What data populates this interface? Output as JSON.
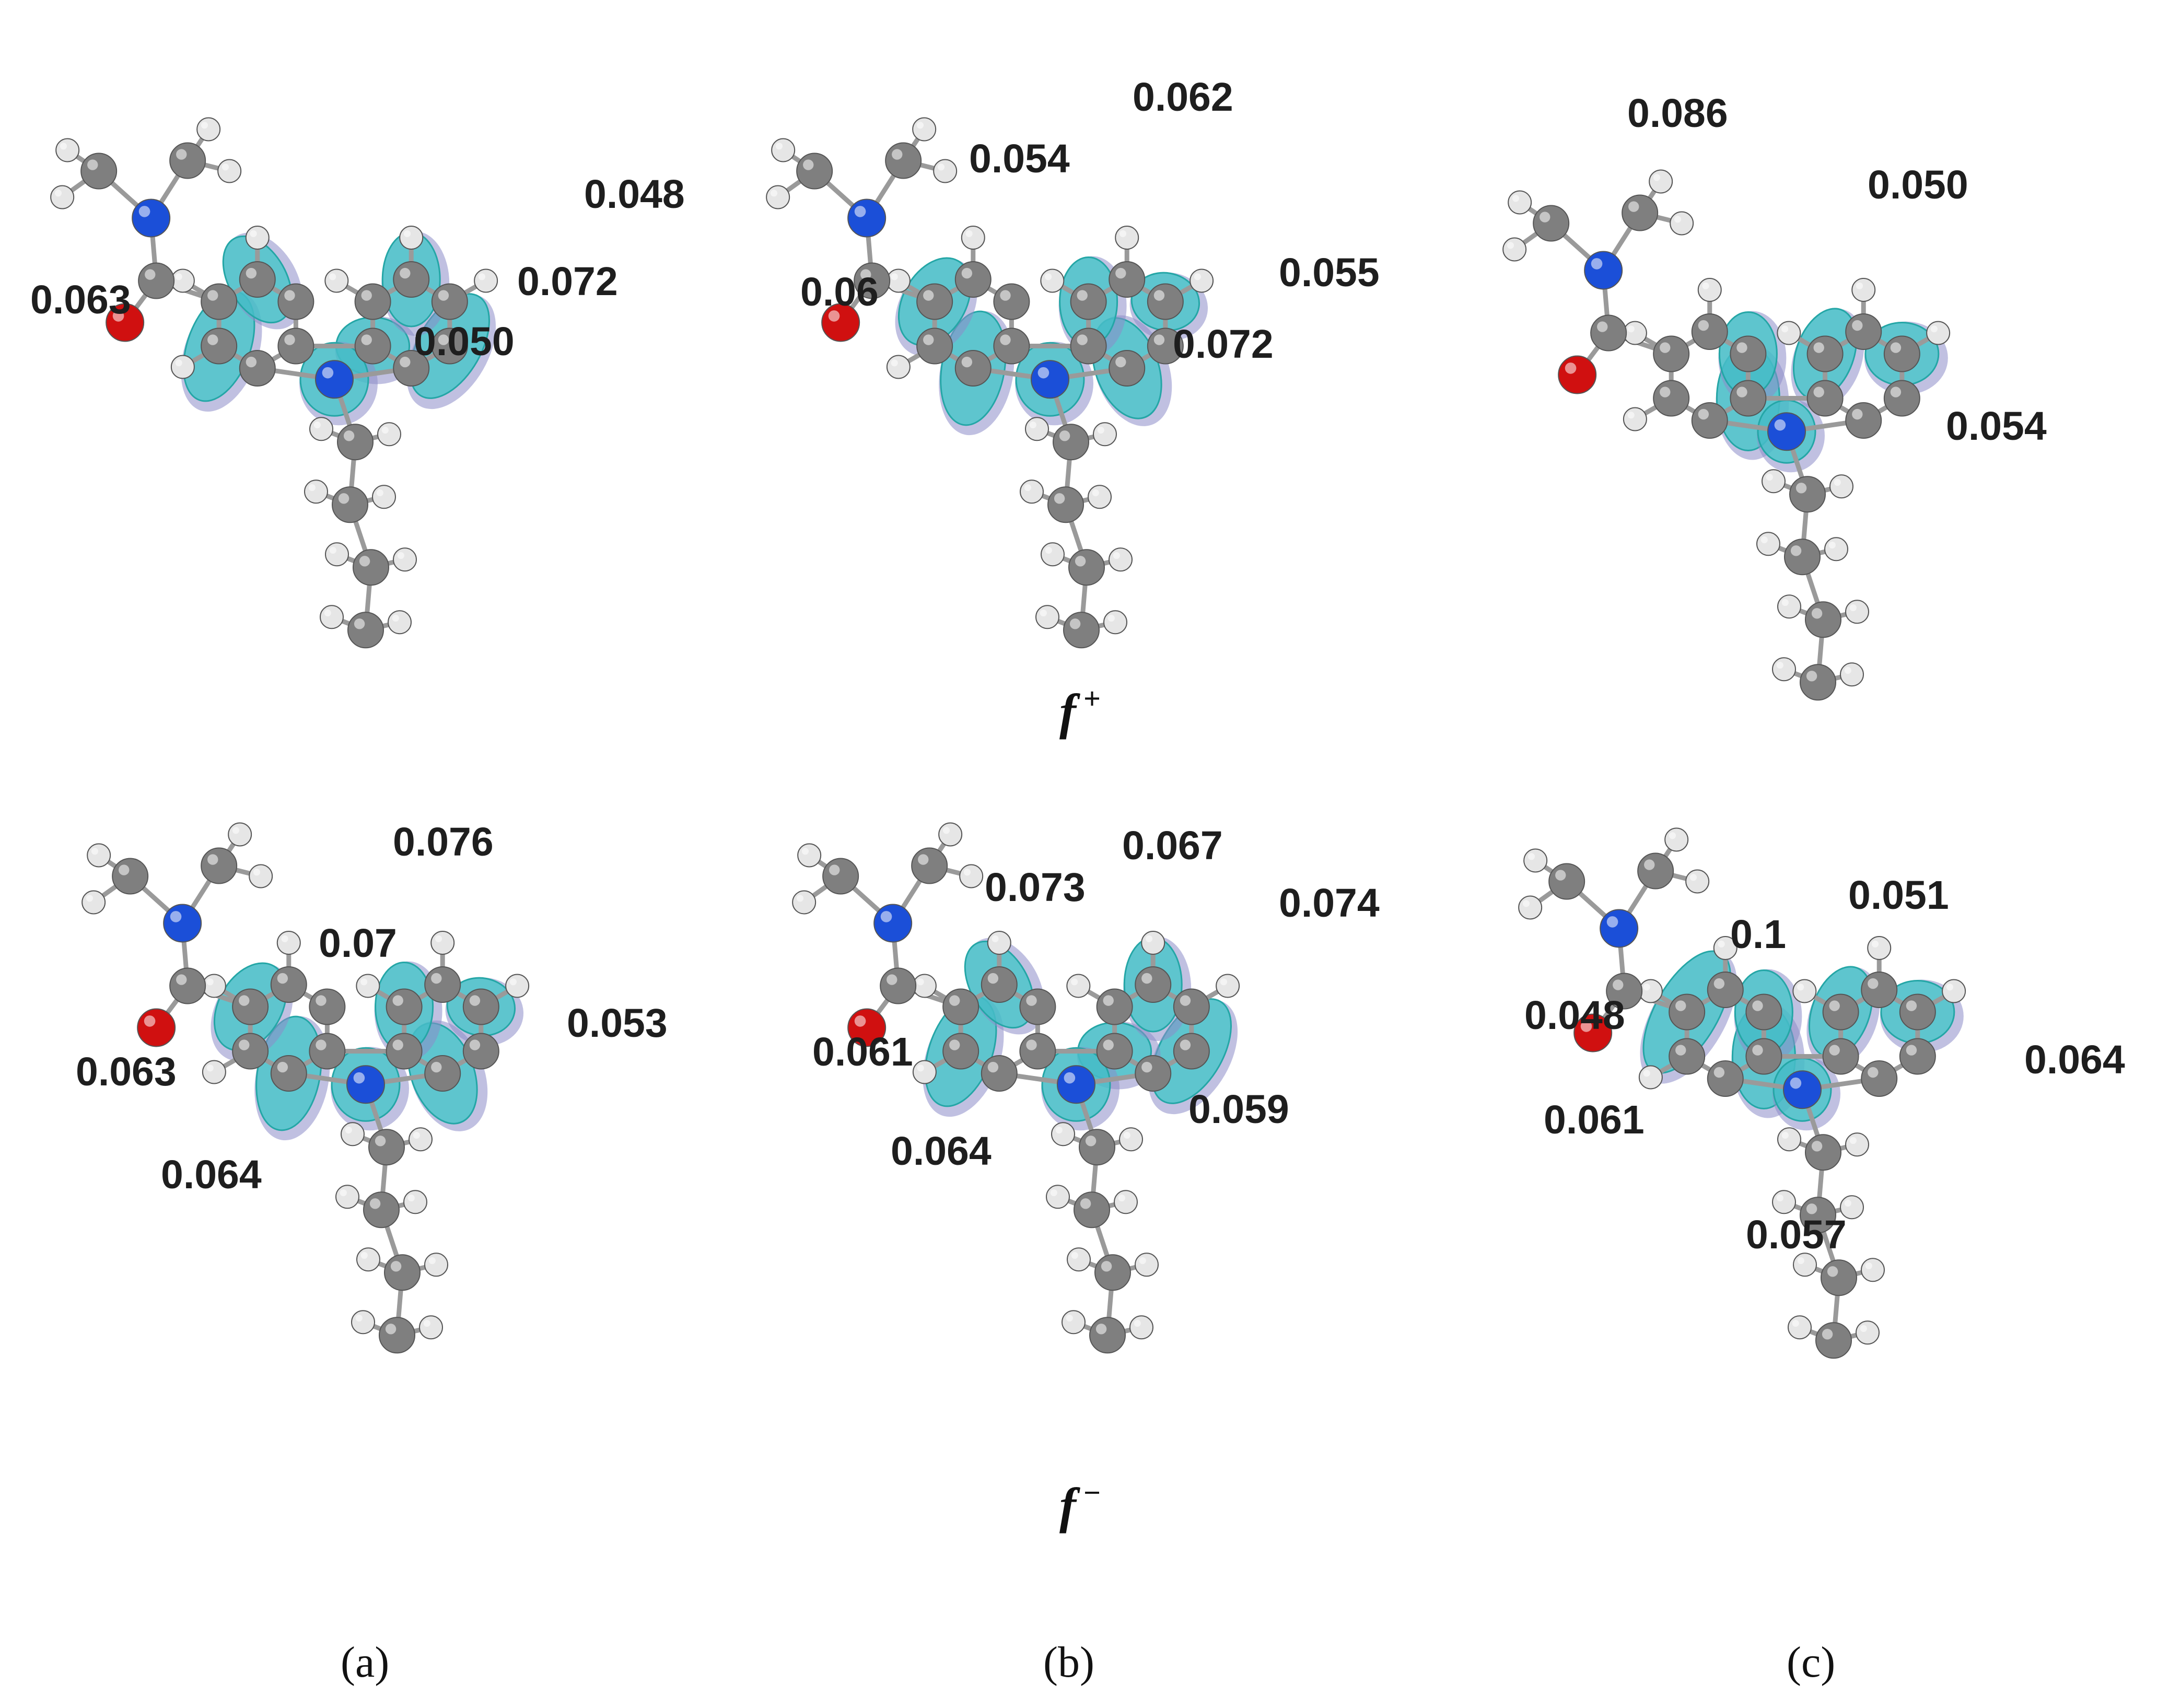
{
  "colors": {
    "carbon": "#7f7f7f",
    "hydrogen": "#e6e6e6",
    "nitrogen": "#1b4fd8",
    "oxygen": "#d01010",
    "isosurface_positive": "#37c6c6",
    "isosurface_negative": "#8d8dc8",
    "bond": "#9a9a9a"
  },
  "row_labels": {
    "f_plus": {
      "base": "f",
      "sup": "+"
    },
    "f_minus": {
      "base": "f",
      "sup": "−"
    }
  },
  "column_labels": {
    "a": "(a)",
    "b": "(b)",
    "c": "(c)"
  },
  "panels": {
    "a_plus": {
      "values": [
        "0.063",
        "0.048",
        "0.072",
        "0.050"
      ]
    },
    "b_plus": {
      "values": [
        "0.062",
        "0.054",
        "0.06",
        "0.055",
        "0.072"
      ]
    },
    "c_plus": {
      "values": [
        "0.086",
        "0.050",
        "0.054"
      ]
    },
    "a_minus": {
      "values": [
        "0.076",
        "0.07",
        "0.053",
        "0.063",
        "0.064"
      ]
    },
    "b_minus": {
      "values": [
        "0.067",
        "0.073",
        "0.074",
        "0.061",
        "0.059",
        "0.064"
      ]
    },
    "c_minus": {
      "values": [
        "0.1",
        "0.051",
        "0.048",
        "0.064",
        "0.061",
        "0.057"
      ]
    }
  }
}
